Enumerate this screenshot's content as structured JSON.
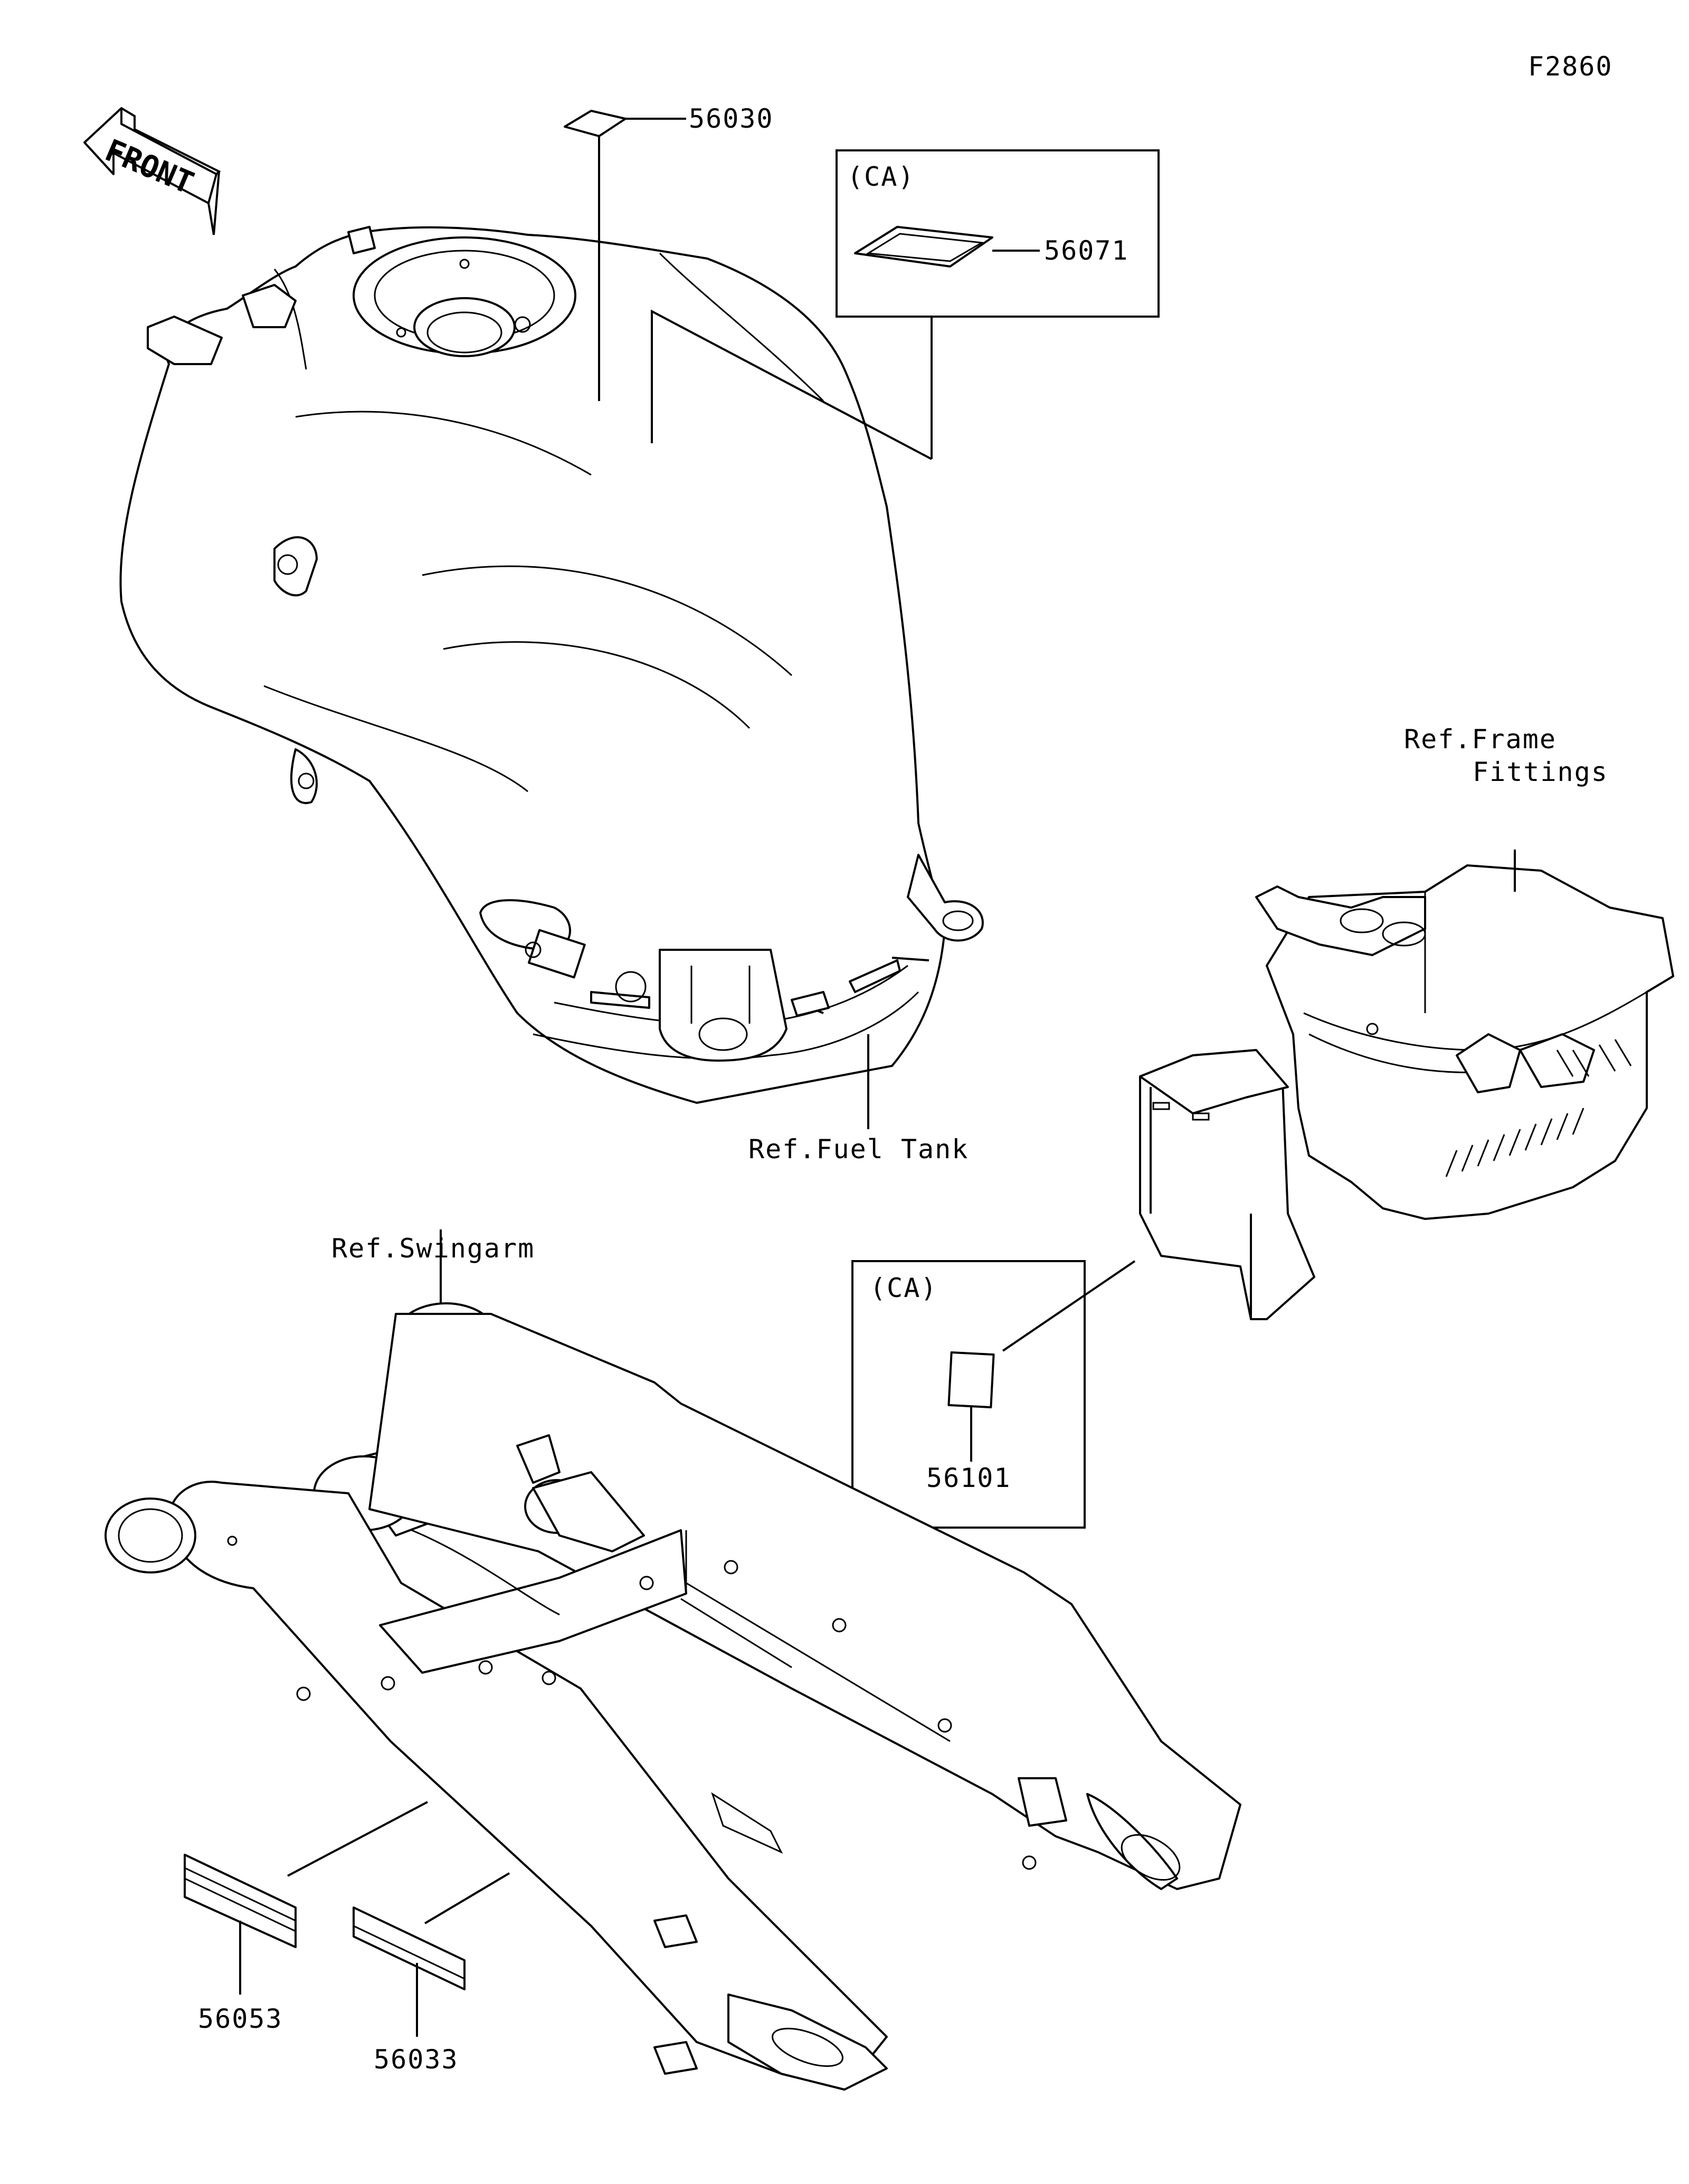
{
  "diagram_id": "F2860",
  "front_arrow_label": "FRONT",
  "callouts": {
    "p56030": "56030",
    "p56071": "56071",
    "p56101": "56101",
    "p56053": "56053",
    "p56033": "56033"
  },
  "region_tags": {
    "ca_top": "(CA)",
    "ca_bottom": "(CA)"
  },
  "references": {
    "fuel_tank": "Ref.Fuel Tank",
    "frame_fittings_line1": "Ref.Frame",
    "frame_fittings_line2": "Fittings",
    "swingarm": "Ref.Swingarm"
  }
}
